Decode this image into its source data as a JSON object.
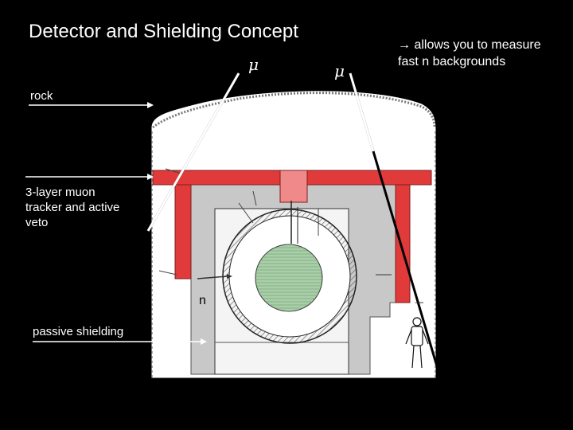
{
  "title": "Detector and Shielding Concept",
  "note_line1": "→ allows you to measure",
  "note_line2": "fast n backgrounds",
  "labels": {
    "rock": "rock",
    "tracker_line1": "3-layer muon",
    "tracker_line2": "tracker and active",
    "tracker_line3": "veto",
    "passive": "passive shielding",
    "neutron": "n",
    "mu_left": "μ",
    "mu_right": "μ"
  },
  "colors": {
    "background": "#000000",
    "text": "#ffffff",
    "veto_red": "#e03a3a",
    "shield_gray": "#c8c8c8",
    "inner_green": "#a9cfa9",
    "cavern_white": "#ffffff"
  }
}
